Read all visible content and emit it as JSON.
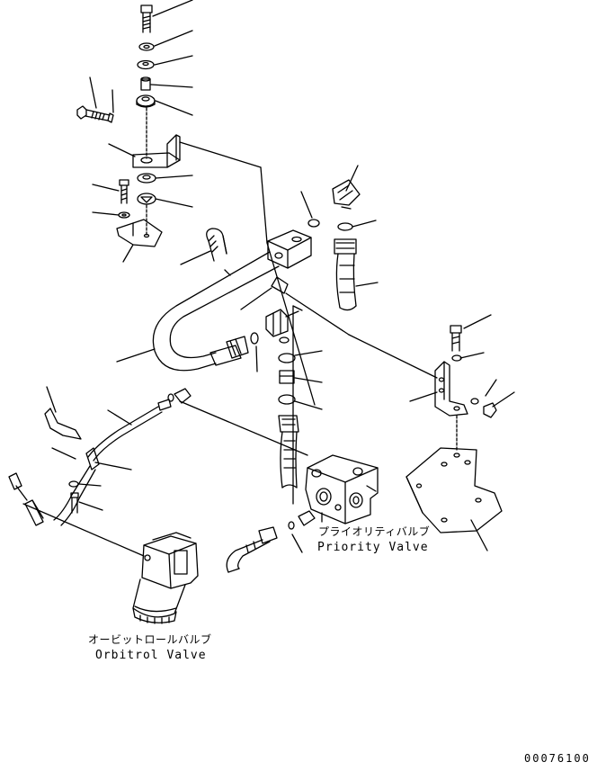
{
  "diagram": {
    "labels": {
      "priority_valve_jp": "プライオリティバルブ",
      "priority_valve_en": "Priority Valve",
      "orbitrol_valve_jp": "オービットロールバルブ",
      "orbitrol_valve_en": "Orbitrol Valve"
    },
    "drawing_number": "00076100"
  }
}
